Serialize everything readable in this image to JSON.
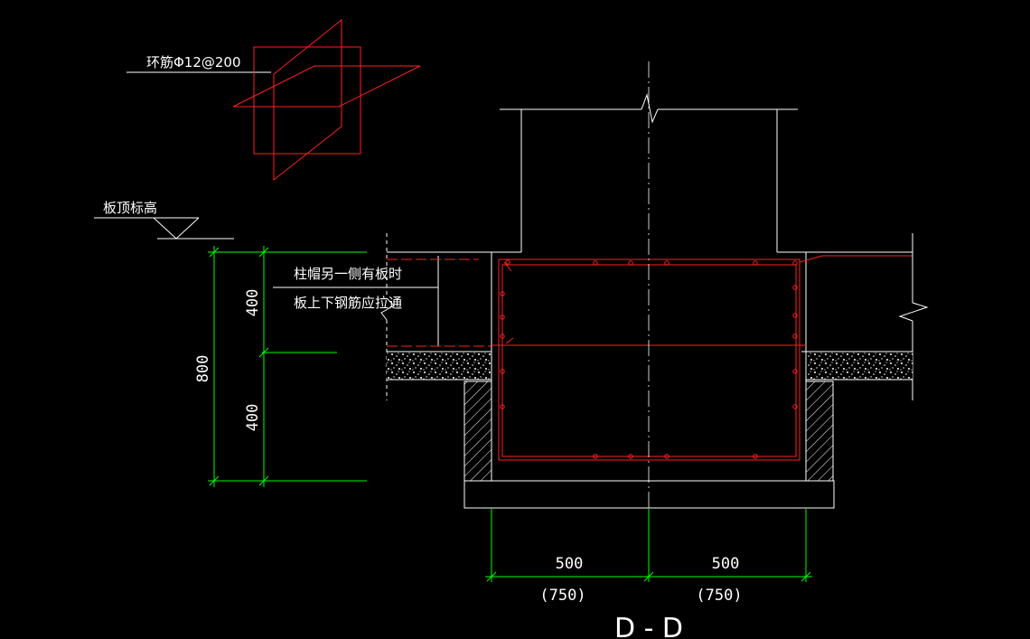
{
  "drawing": {
    "ring_rebar_label": "环筋Φ12@200",
    "slab_top_label": "板顶标高",
    "note_line1": "柱帽另一侧有板时",
    "note_line2": "板上下钢筋应拉通",
    "section_title": "D - D",
    "dims": {
      "total_height": "800",
      "upper_height": "400",
      "lower_height": "400",
      "left_width": "500",
      "right_width": "500",
      "left_width_alt": "(750)",
      "right_width_alt": "(750)"
    },
    "colors": {
      "background": "#000000",
      "outline": "#ffffff",
      "rebar": "#ff2020",
      "dimension": "#00ff00"
    }
  }
}
